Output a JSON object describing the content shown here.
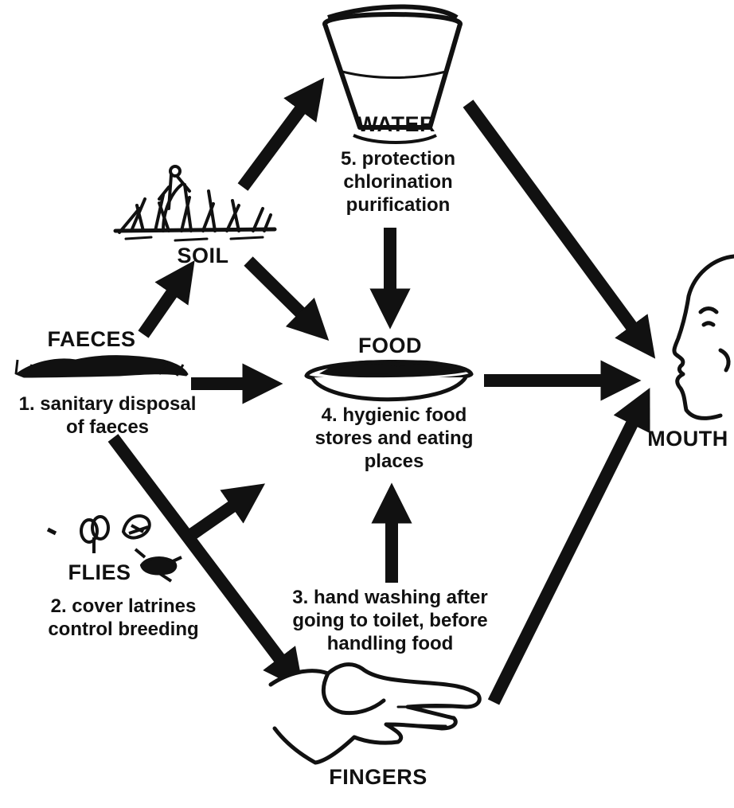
{
  "colors": {
    "ink": "#111111",
    "paper": "#ffffff"
  },
  "nodes": {
    "water": "WATER",
    "soil": "SOIL",
    "faeces": "FAECES",
    "food": "FOOD",
    "mouth": "MOUTH",
    "flies": "FLIES",
    "fingers": "FINGERS"
  },
  "barriers": {
    "b1": "1. sanitary disposal\nof faeces",
    "b2": "2. cover latrines\ncontrol breeding",
    "b3": "3. hand washing after\ngoing to toilet, before\nhandling food",
    "b4": "4. hygienic food\nstores and eating\nplaces",
    "b5": "5. protection\nchlorination\npurification"
  },
  "icons": [
    "bucket-icon",
    "grass-icon",
    "faeces-icon",
    "food-bowl-icon",
    "face-profile-icon",
    "fly-icon",
    "hand-icon"
  ]
}
